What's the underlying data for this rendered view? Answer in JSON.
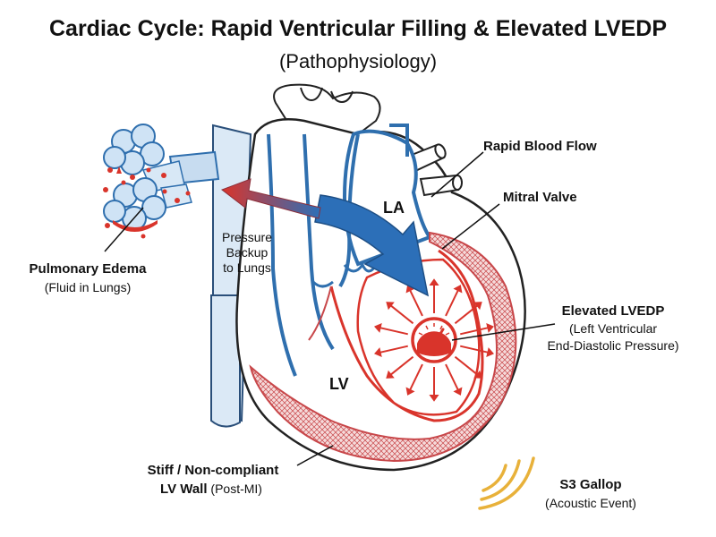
{
  "title": "Cardiac Cycle: Rapid Ventricular Filling & Elevated LVEDP",
  "subtitle": "(Pathophysiology)",
  "labels": {
    "rapid_blood_flow": "Rapid Blood Flow",
    "mitral_valve": "Mitral Valve",
    "la": "LA",
    "lv": "LV",
    "pressure_backup": [
      "Pressure",
      "Backup",
      "to Lungs"
    ],
    "pulmonary_edema": {
      "title": "Pulmonary Edema",
      "sub": "(Fluid in Lungs)"
    },
    "elevated_lvedp": {
      "title": "Elevated LVEDP",
      "sub1": "(Left Ventricular",
      "sub2": "End-Diastolic Pressure)"
    },
    "stiff_wall": {
      "line1": "Stiff / Non-compliant",
      "line2_bold": "LV Wall",
      "line2_normal": " (Post-MI)"
    },
    "s3_gallop": {
      "title": "S3 Gallop",
      "sub": "(Acoustic Event)"
    }
  },
  "colors": {
    "vessel_blue": "#d8e8f6",
    "outline_blue": "#2f6fae",
    "flow_arrow": "#2c6fb8",
    "pressure_red": "#d9342b",
    "myocardium_pink": "#f3d2d2",
    "sound_wave": "#e8b13a"
  },
  "icons": [
    "pressure-gauge-icon",
    "sound-wave-icon",
    "alveoli-icon"
  ]
}
